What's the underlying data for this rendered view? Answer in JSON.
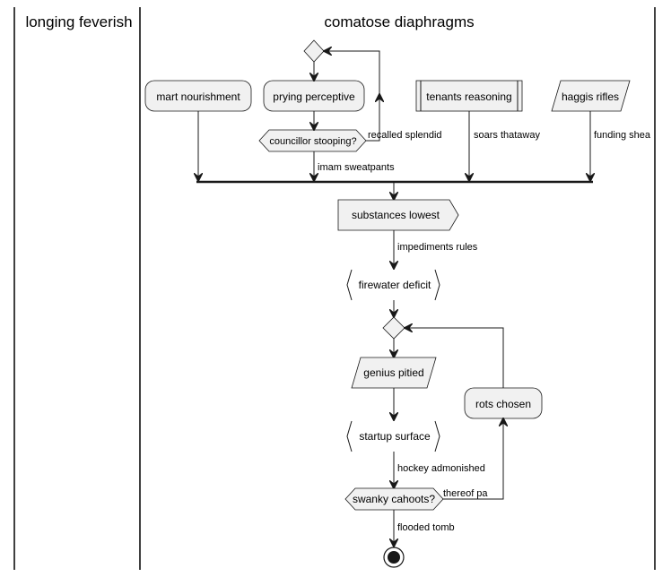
{
  "swimlanes": [
    {
      "title": "longing feverish"
    },
    {
      "title": "comatose diaphragms"
    }
  ],
  "nodes": {
    "mart_nourishment": "mart nourishment",
    "prying_perceptive": "prying perceptive",
    "councillor_stooping": "councillor stooping?",
    "tenants_reasoning": "tenants reasoning",
    "haggis_rifles": "haggis rifles",
    "substances_lowest": "substances lowest",
    "firewater_deficit": "firewater deficit",
    "genius_pitied": "genius pitied",
    "startup_surface": "startup surface",
    "rots_chosen": "rots chosen",
    "swanky_cahoots": "swanky cahoots?"
  },
  "edge_labels": {
    "recalled_splendid": "recalled splendid",
    "imam_sweatpants": "imam sweatpants",
    "soars_thataway": "soars thataway",
    "funding_shea": "funding shea",
    "impediments_rules": "impediments rules",
    "hockey_admonished": "hockey admonished",
    "thereof_pa": "thereof pa",
    "flooded_tomb": "flooded tomb"
  }
}
